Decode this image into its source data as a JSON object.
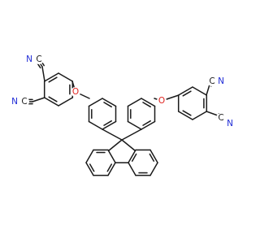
{
  "structure": {
    "atom_colors": {
      "C": "#1a1a1a",
      "N": "#1f2bd6",
      "O": "#e0231f"
    },
    "labels": {
      "cn1_n": "N",
      "cn1_c": "C",
      "cn2_n": "N",
      "cn2_c": "C",
      "cn3_n": "N",
      "cn3_c": "C",
      "cn4_n": "N",
      "cn4_c": "C",
      "ether_left": "O",
      "ether_right": "O"
    }
  }
}
